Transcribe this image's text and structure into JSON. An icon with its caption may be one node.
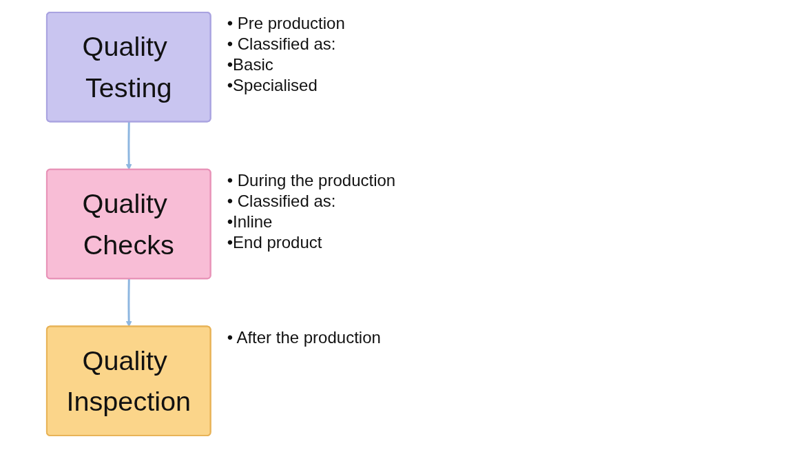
{
  "diagram": {
    "nodes": [
      {
        "text": [
          "Quality Testing"
        ],
        "beside": [
          "• Pre production",
          "• Classified as:",
          "•Basic",
          "•Specialised"
        ]
      },
      {
        "text": [
          "Quality Checks"
        ],
        "beside": [
          "• During the production",
          "• Classified as:",
          "•Inline",
          "•End product"
        ]
      },
      {
        "text": [
          "Quality Inspection"
        ],
        "beside": [
          "• After the production"
        ]
      }
    ],
    "edges": [
      {
        "from": 0,
        "to": 1,
        "arrow": "to"
      },
      {
        "from": 1,
        "to": 2,
        "arrow": "to"
      }
    ]
  }
}
